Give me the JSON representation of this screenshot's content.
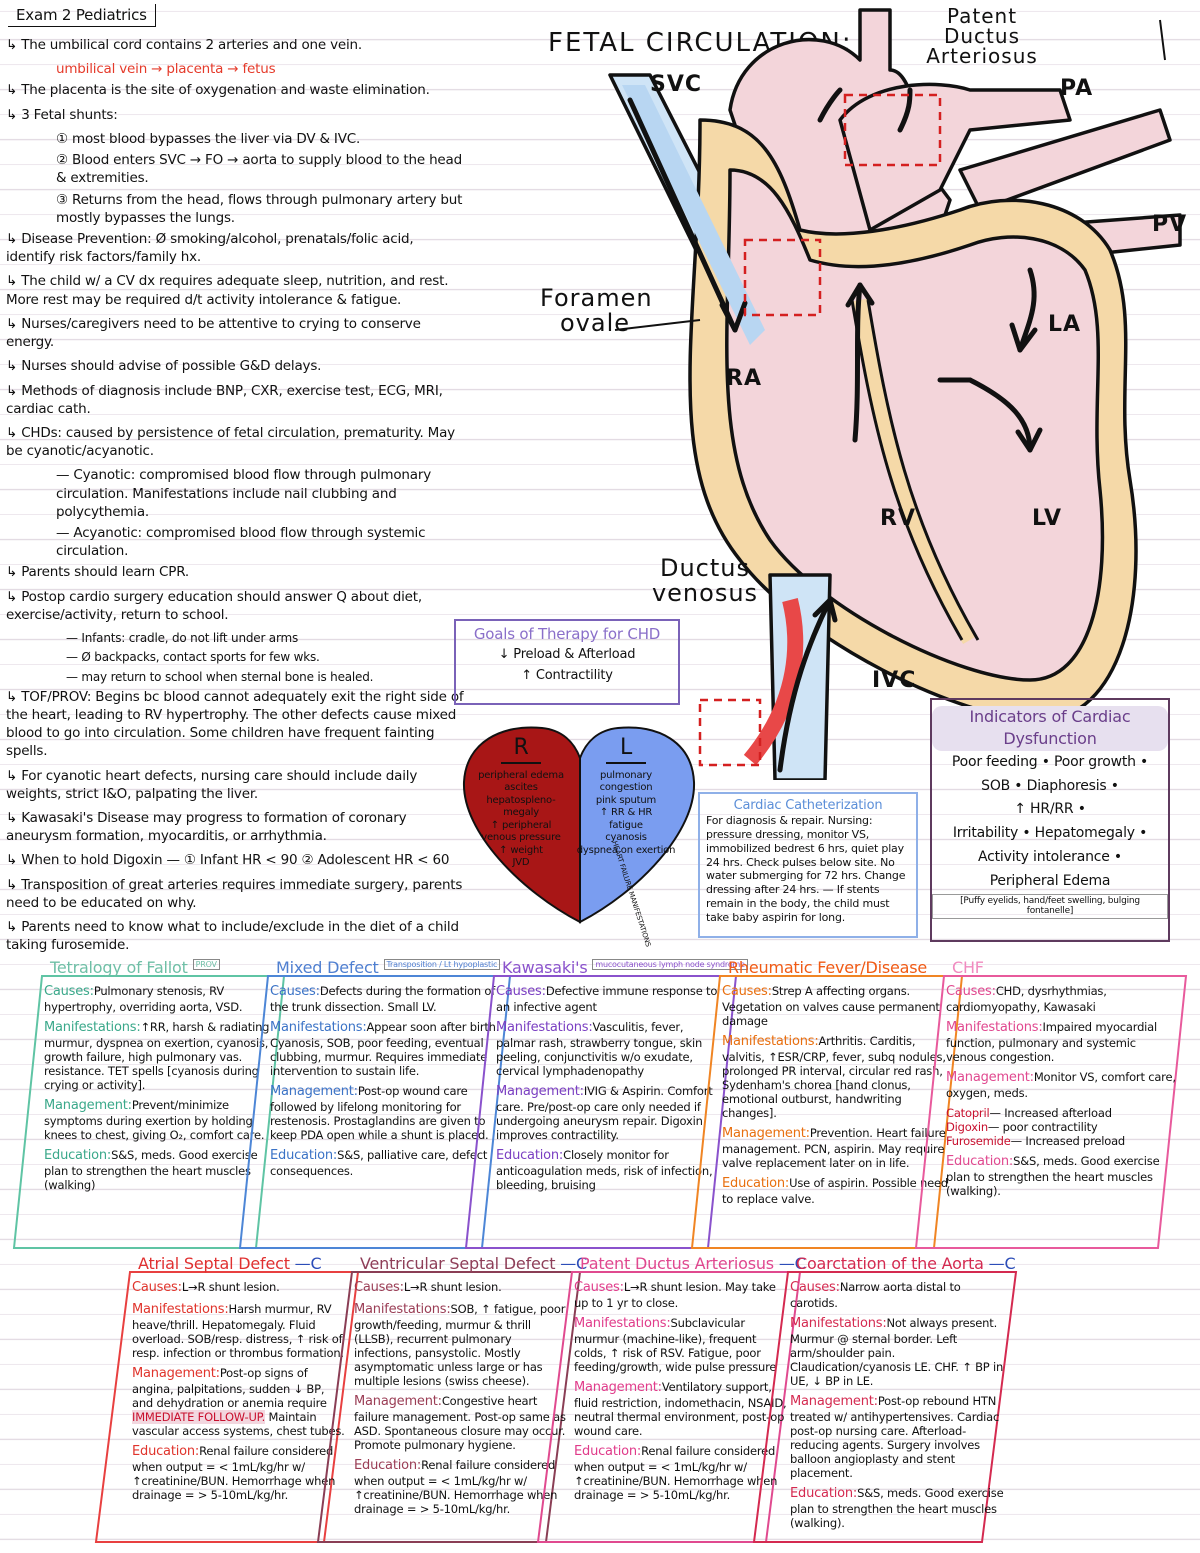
{
  "header": {
    "title": "Exam 2 Pediatrics"
  },
  "notes": [
    {
      "t": "↳ The umbilical cord contains 2 arteries and one vein."
    },
    {
      "t": "umbilical vein → placenta → fetus",
      "cls": "red sub"
    },
    {
      "t": "↳ The placenta is the site of oxygenation and waste elimination."
    },
    {
      "t": "↳ 3 Fetal shunts:"
    },
    {
      "t": "① most blood bypasses the liver via DV & IVC.",
      "cls": "sub"
    },
    {
      "t": "② Blood enters SVC → FO → aorta to supply blood to the head & extremities.",
      "cls": "sub"
    },
    {
      "t": "③ Returns from the head, flows through pulmonary artery but mostly bypasses the lungs.",
      "cls": "sub"
    },
    {
      "t": "↳ Disease Prevention: Ø smoking/alcohol, prenatals/folic acid, identify risk factors/family hx."
    },
    {
      "t": "↳ The child w/ a CV dx requires adequate sleep, nutrition, and rest. More rest may be required d/t activity intolerance & fatigue."
    },
    {
      "t": "↳ Nurses/caregivers need to be attentive to crying to conserve energy."
    },
    {
      "t": "↳ Nurses should advise of possible G&D delays."
    },
    {
      "t": "↳ Methods of diagnosis include BNP, CXR, exercise test, ECG, MRI, cardiac cath."
    },
    {
      "t": "↳ CHDs: caused by persistence of fetal circulation, prematurity. May be cyanotic/acyanotic."
    },
    {
      "t": "— Cyanotic: compromised blood flow through pulmonary circulation. Manifestations include nail clubbing and polycythemia.",
      "cls": "sub"
    },
    {
      "t": "— Acyanotic: compromised blood flow through systemic circulation.",
      "cls": "sub"
    },
    {
      "t": "↳ Parents should learn CPR."
    },
    {
      "t": "↳ Postop cardio surgery education should answer Q about diet, exercise/activity, return to school."
    },
    {
      "t": "— Infants: cradle, do not lift under arms",
      "cls": "sub2"
    },
    {
      "t": "— Ø backpacks, contact sports for few wks.",
      "cls": "sub2"
    },
    {
      "t": "— may return to school when sternal bone is healed.",
      "cls": "sub2"
    },
    {
      "t": "↳ TOF/PROV: Begins bc blood cannot adequately exit the right side of the heart, leading to RV hypertrophy. The other defects cause mixed blood to go into circulation. Some children have frequent fainting spells."
    },
    {
      "t": "↳ For cyanotic heart defects, nursing care should include daily weights, strict I&O, palpating the liver."
    },
    {
      "t": "↳ Kawasaki's Disease may progress to formation of coronary aneurysm formation, myocarditis, or arrhythmia."
    },
    {
      "t": "↳ When to hold Digoxin — ① Infant HR < 90 ② Adolescent HR < 60"
    },
    {
      "t": "↳ Transposition of great arteries requires immediate surgery, parents need to be educated on why."
    },
    {
      "t": "↳ Parents need to know what to include/exclude in the diet of a child taking furosemide."
    }
  ],
  "diagram": {
    "title": "FETAL CIRCULATION:",
    "labels": {
      "pda": "Patent Ductus Arteriosus",
      "pa": "PA",
      "svc": "SVC",
      "pv": "PV",
      "fo": "Foramen ovale",
      "la": "LA",
      "ra": "RA",
      "rv": "RV",
      "lv": "LV",
      "dv": "Ductus venosus",
      "ivc": "IVC"
    }
  },
  "goals": {
    "title": "Goals of Therapy for CHD",
    "l1": "↓ Preload & Afterload",
    "l2": "↑ Contractility"
  },
  "hf_heart": {
    "r": "R",
    "l": "L",
    "right_items": [
      "peripheral edema",
      "ascites",
      "hepatospleno-megaly",
      "↑ peripheral venous pressure",
      "↑ weight",
      "JVD"
    ],
    "left_items": [
      "pulmonary congestion",
      "pink sputum",
      "↑ RR & HR",
      "fatigue",
      "cyanosis",
      "dyspnea on exertion"
    ],
    "side_label": "HEART FAILURE MANIFESTATIONS"
  },
  "cath": {
    "title": "Cardiac Catheterization",
    "text": "For diagnosis & repair. Nursing: pressure dressing, monitor VS, immobilized bedrest 6 hrs, quiet play 24 hrs. Check pulses below site. No water submerging for 72 hrs. Change dressing after 24 hrs. — If stents remain in the body, the child must take baby aspirin for long."
  },
  "indicators": {
    "title": "Indicators of Cardiac Dysfunction",
    "rows": [
      "Poor feeding • Poor growth •",
      "SOB • Diaphoresis •",
      "↑ HR/RR •",
      "Irritability • Hepatomegaly •",
      "Activity intolerance •",
      "Peripheral Edema"
    ],
    "foot": "[Puffy eyelids, hand/feet swelling, bulging fontanelle]"
  },
  "cards_row1": [
    {
      "id": "tof",
      "title": "Tetralogy of Fallot",
      "tag": "PROV",
      "causes": "Pulmonary stenosis, RV hypertrophy, overriding aorta, VSD.",
      "manifestations": "↑RR, harsh & radiating murmur, dyspnea on exertion, cyanosis, growth failure, high pulmonary vas. resistance. TET spells [cyanosis during crying or activity].",
      "management": "Prevent/minimize symptoms during exertion by holding knees to chest, giving O₂, comfort care.",
      "education": "S&S, meds. Good exercise plan to strengthen the heart muscles (walking)"
    },
    {
      "id": "mixed",
      "title": "Mixed Defect",
      "tag": "Transposition / Lt hypoplastic",
      "causes": "Defects during the formation of the trunk dissection. Small LV.",
      "manifestations": "Appear soon after birth. Cyanosis, SOB, poor feeding, eventual clubbing, murmur. Requires immediate intervention to sustain life.",
      "management": "Post-op wound care followed by lifelong monitoring for restenosis. Prostaglandins are given to keep PDA open while a shunt is placed.",
      "education": "S&S, palliative care, defect consequences."
    },
    {
      "id": "kawasaki",
      "title": "Kawasaki's",
      "tag": "mucocutaneous lymph node syndrome",
      "causes": "Defective immune response to an infective agent",
      "manifestations": "Vasculitis, fever, palmar rash, strawberry tongue, skin peeling, conjunctivitis w/o exudate, cervical lymphadenopathy",
      "management": "IVIG & Aspirin. Comfort care. Pre/post-op care only needed if undergoing aneurysm repair. Digoxin improves contractility.",
      "education": "Closely monitor for anticoagulation meds, risk of infection, bleeding, bruising"
    },
    {
      "id": "rheumatic",
      "title": "Rheumatic Fever/Disease",
      "tag": "",
      "causes": "Strep A affecting organs. Vegetation on valves cause permanent damage",
      "manifestations": "Arthritis. Carditis, valvitis, ↑ESR/CRP, fever, subq nodules, prolonged PR interval, circular red rash, Sydenham's chorea [hand clonus, emotional outburst, handwriting changes].",
      "management": "Prevention. Heart failure management. PCN, aspirin. May require valve replacement later on in life.",
      "education": "Use of aspirin. Possible need to replace valve."
    },
    {
      "id": "chf",
      "title": "CHF",
      "tag": "",
      "causes": "CHD, dysrhythmias, cardiomyopathy, Kawasaki",
      "manifestations": "Impaired myocardial function, pulmonary and systemic venous congestion.",
      "management": "Monitor VS, comfort care, oxygen, meds.",
      "drugs": [
        [
          "Catopril",
          "— Increased afterload"
        ],
        [
          "Digoxin",
          "— poor contractility"
        ],
        [
          "Furosemide",
          "— Increased preload"
        ]
      ],
      "education": "S&S, meds. Good exercise plan to strengthen the heart muscles (walking)."
    }
  ],
  "cards_row2": [
    {
      "id": "asd",
      "title": "Atrial Septal Defect",
      "suffix": "—C",
      "causes": "L→R shunt lesion.",
      "manifestations": "Harsh murmur, RV heave/thrill. Hepatomegaly. Fluid overload. SOB/resp. distress, ↑ risk of resp. infection or thrombus formation.",
      "management": "Post-op signs of angina, palpitations, sudden ↓ BP, and dehydration or anemia require",
      "imm": "IMMEDIATE FOLLOW-UP.",
      "management2": "Maintain vascular access systems, chest tubes.",
      "education": "Renal failure considered when output = < 1mL/kg/hr w/ ↑creatinine/BUN. Hemorrhage when drainage = > 5-10mL/kg/hr."
    },
    {
      "id": "vsd",
      "title": "Ventricular Septal Defect",
      "suffix": "—C",
      "causes": "L→R shunt lesion.",
      "manifestations": "SOB, ↑ fatigue, poor growth/feeding, murmur & thrill (LLSB), recurrent pulmonary infections, pansystolic. Mostly asymptomatic unless large or has multiple lesions (swiss cheese).",
      "management": "Congestive heart failure management. Post-op same as ASD. Spontaneous closure may occur. Promote pulmonary hygiene.",
      "education": "Renal failure considered when output = < 1mL/kg/hr w/ ↑creatinine/BUN. Hemorrhage when drainage = > 5-10mL/kg/hr."
    },
    {
      "id": "pda",
      "title": "Patent Ductus Arteriosus",
      "suffix": "—C",
      "causes": "L→R shunt lesion. May take up to 1 yr to close.",
      "manifestations": "Subclavicular murmur (machine-like), frequent colds, ↑ risk of RSV. Fatigue, poor feeding/growth, wide pulse pressure",
      "management": "Ventilatory support, fluid restriction, indomethacin, NSAID, neutral thermal environment, post-op wound care.",
      "education": "Renal failure considered when output = < 1mL/kg/hr w/ ↑creatinine/BUN. Hemorrhage when drainage = > 5-10mL/kg/hr."
    },
    {
      "id": "coa",
      "title": "Coarctation of the Aorta",
      "suffix": "—C",
      "causes": "Narrow aorta distal to carotids.",
      "manifestations": "Not always present. Murmur @ sternal border. Left arm/shoulder pain. Claudication/cyanosis LE. CHF. ↑ BP in UE, ↓ BP in LE.",
      "management": "Post-op rebound HTN treated w/ antihypertensives. Cardiac post-op nursing care. Afterload-reducing agents. Surgery involves balloon angioplasty and stent placement.",
      "education": "S&S, meds. Good exercise plan to strengthen the heart muscles (walking)."
    }
  ],
  "labels": {
    "causes": "Causes:",
    "manifestations": "Manifestations:",
    "management": "Management:",
    "education": "Education:"
  },
  "colors": {
    "pink_fill": "#f3d5da",
    "tan": "#f5d9a8",
    "blue_vessel": "#cfe4f6",
    "hf_red": "#a81616",
    "hf_blue": "#7a9df0"
  }
}
